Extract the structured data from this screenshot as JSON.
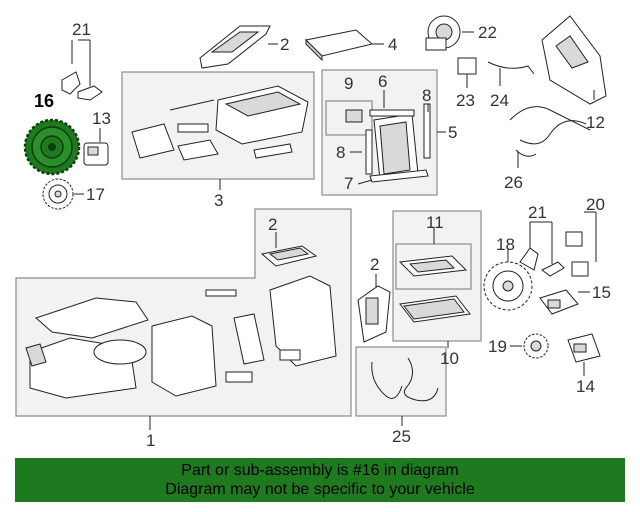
{
  "diagram": {
    "callouts": [
      "1",
      "2",
      "3",
      "4",
      "5",
      "6",
      "7",
      "8",
      "9",
      "10",
      "11",
      "12",
      "13",
      "14",
      "15",
      "16",
      "17",
      "18",
      "19",
      "20",
      "21",
      "22",
      "23",
      "24",
      "25",
      "26"
    ],
    "highlighted_callout": "16",
    "colors": {
      "highlight_part": "#1f7a1f",
      "banner": "#1f7a1f",
      "box_fill": "#f2f2f2",
      "box_stroke": "#8c8c8c"
    }
  },
  "banner": {
    "line1": "Part or sub-assembly is #16 in diagram",
    "line2": "Diagram may not be specific to your vehicle"
  }
}
